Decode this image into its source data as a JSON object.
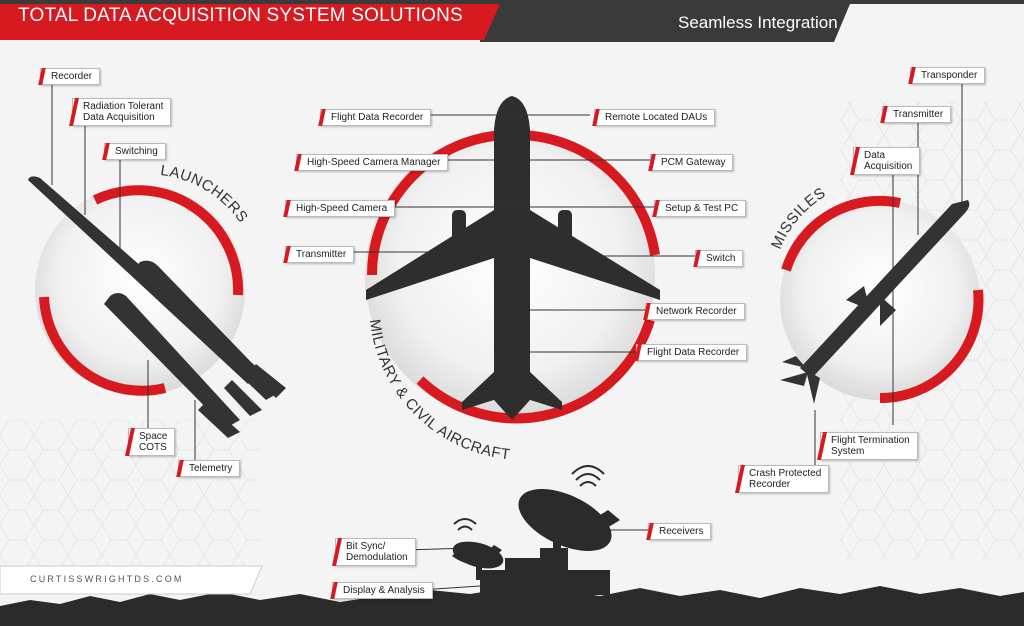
{
  "header": {
    "title": "TOTAL DATA ACQUISITION SYSTEM SOLUTIONS",
    "subtitle": "Seamless Integration"
  },
  "sections": {
    "launchers": "LAUNCHERS",
    "aircraft": "MILITARY & CIVIL AIRCRAFT",
    "missiles": "MISSILES"
  },
  "labels": {
    "recorder": "Recorder",
    "radiation_1": "Radiation Tolerant",
    "radiation_2": "Data Acquisition",
    "switching": "Switching",
    "space_1": "Space",
    "space_2": "COTS",
    "telemetry": "Telemetry",
    "flight_data_recorder_top": "Flight Data Recorder",
    "hs_camera_manager": "High-Speed Camera Manager",
    "hs_camera": "High-Speed Camera",
    "transmitter_aircraft": "Transmitter",
    "remote_daus": "Remote Located DAUs",
    "pcm_gateway": "PCM Gateway",
    "setup_test_pc": "Setup & Test PC",
    "switch": "Switch",
    "network_recorder": "Network Recorder",
    "flight_data_recorder_bottom": "Flight Data Recorder",
    "transponder": "Transponder",
    "transmitter_missile": "Transmitter",
    "data_acq_1": "Data",
    "data_acq_2": "Acquisition",
    "flight_term_1": "Flight Termination",
    "flight_term_2": "System",
    "crash_1": "Crash Protected",
    "crash_2": "Recorder",
    "receivers": "Receivers",
    "bitsync_1": "Bit Sync/",
    "bitsync_2": "Demodulation",
    "display_analysis": "Display & Analysis"
  },
  "footer": {
    "url": "CURTISSWRIGHTDS.COM"
  },
  "colors": {
    "accent": "#d71920",
    "dark": "#3a3a3a",
    "silhouette": "#2b2b2b",
    "background": "#f4f4f4"
  },
  "icons": [
    "rocket-icon",
    "airplane-icon",
    "missile-icon",
    "satellite-dish-icon"
  ]
}
